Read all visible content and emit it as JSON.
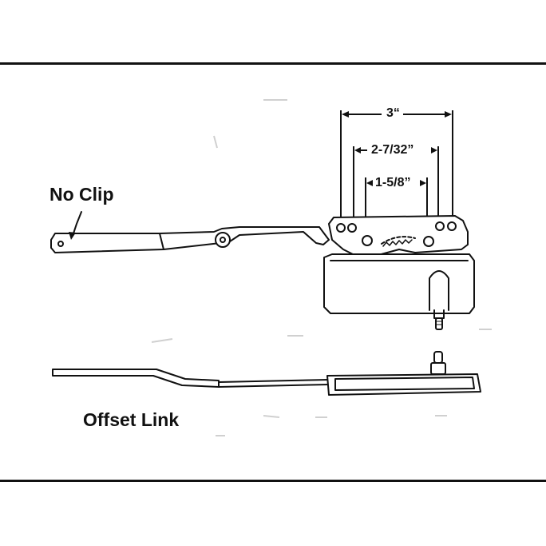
{
  "labels": {
    "no_clip": "No Clip",
    "offset_link": "Offset Link"
  },
  "dimensions": {
    "overall": "3“",
    "middle": "2-7/32”",
    "inner": "1-5/8”"
  },
  "colors": {
    "line": "#111111",
    "background": "#ffffff",
    "ghost": "#d0d0d0"
  }
}
